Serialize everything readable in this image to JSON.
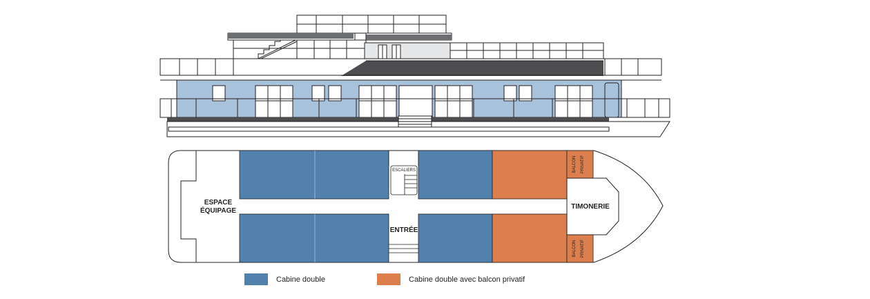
{
  "colors": {
    "cabin_double": "#5381ad",
    "cabin_balcony": "#dc7f4c",
    "hull_light_blue": "#a9c2db",
    "outline": "#231f20"
  },
  "plan_labels": {
    "crew_space_line1": "ESPACE",
    "crew_space_line2": "ÉQUIPAGE",
    "stairs": "ESCALIERS",
    "entrance": "ENTRÉE",
    "wheelhouse": "TIMONERIE",
    "balcony_top_line1": "BALCON",
    "balcony_top_line2": "PRIVATIF",
    "balcony_bottom_line1": "BALCON",
    "balcony_bottom_line2": "PRIVATIF"
  },
  "legend": [
    {
      "label": "Cabine double",
      "color": "#5381ad"
    },
    {
      "label": "Cabine double avec balcon privatif",
      "color": "#dc7f4c"
    }
  ]
}
